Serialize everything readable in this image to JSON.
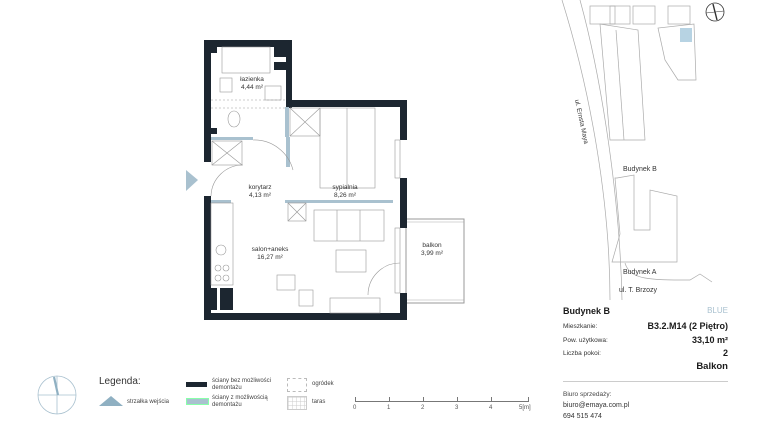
{
  "plan": {
    "rooms": [
      {
        "name": "łazienka",
        "area": "4,44 m²"
      },
      {
        "name": "korytarz",
        "area": "4,13 m²"
      },
      {
        "name": "sypialnia",
        "area": "8,26 m²"
      },
      {
        "name": "salon+aneks",
        "area": "16,27 m²"
      },
      {
        "name": "balkon",
        "area": "3,99 m²"
      }
    ],
    "colors": {
      "wall_fixed": "#1c2630",
      "wall_removable": "#a9c1cf",
      "accent": "#8fb0c2",
      "selected_unit": "#b7d3e3"
    }
  },
  "site": {
    "street_1": "ul. Ernsta Maya",
    "street_2": "ul. T. Brzozy",
    "building_b": "Budynek B",
    "building_a": "Budynek A"
  },
  "info": {
    "building": "Budynek B",
    "tag": "BLUE",
    "rows": [
      {
        "key": "Mieszkanie:",
        "value": "B3.2.M14 (2 Piętro)"
      },
      {
        "key": "Pow. użytkowa:",
        "value": "33,10 m²"
      },
      {
        "key": "Liczba pokoi:",
        "value": "2"
      }
    ],
    "extra": "Balkon",
    "sales_label": "Biuro sprzedaży:",
    "email": "biuro@emaya.com.pl",
    "phone": "694 515 474"
  },
  "legend": {
    "title": "Legenda:",
    "entry_arrow": "strzałka wejścia",
    "wall_fixed": "ściany bez możliwości demontażu",
    "wall_removable": "ściany z możliwością demontażu",
    "garden": "ogródek",
    "terrace": "taras"
  },
  "scale": {
    "ticks": [
      "0",
      "1",
      "2",
      "3",
      "4",
      "5[m]"
    ]
  }
}
